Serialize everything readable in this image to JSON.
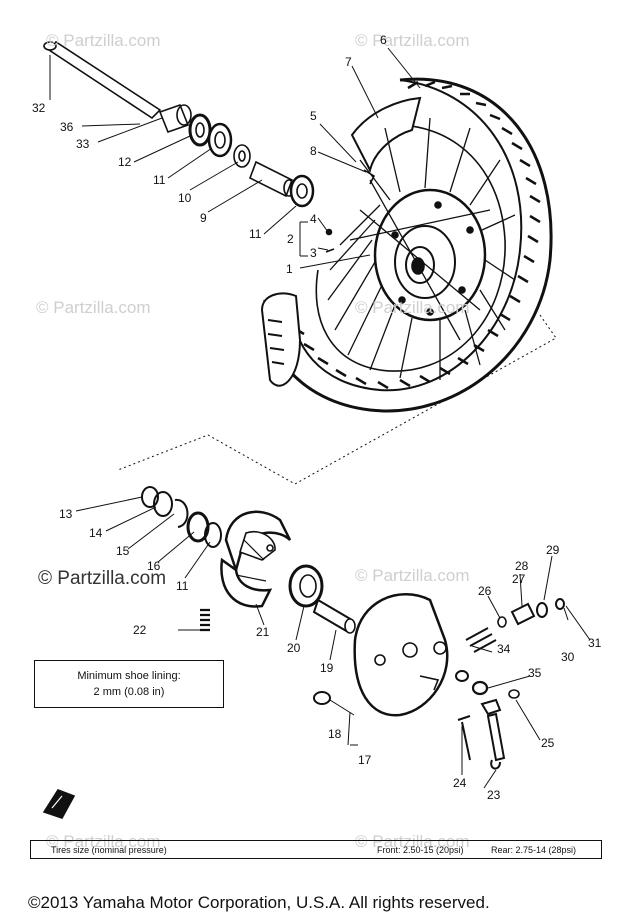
{
  "watermarks": [
    "© Partzilla.com",
    "© Partzilla.com",
    "© Partzilla.com",
    "© Partzilla.com",
    "© Partzilla.com",
    "© Partzilla.com",
    "© Partzilla.com",
    "© Partzilla.com"
  ],
  "callouts": {
    "c1": "1",
    "c2": "2",
    "c3": "3",
    "c4": "4",
    "c5": "5",
    "c6": "6",
    "c7": "7",
    "c8": "8",
    "c9": "9",
    "c10": "10",
    "c11a": "11",
    "c11b": "11",
    "c12": "12",
    "c13": "13",
    "c14": "14",
    "c15": "15",
    "c16": "16",
    "c17": "17",
    "c18": "18",
    "c19": "19",
    "c20": "20",
    "c21": "21",
    "c22": "22",
    "c23": "23",
    "c24": "24",
    "c25": "25",
    "c26": "26",
    "c27": "27",
    "c28": "28",
    "c29": "29",
    "c30": "30",
    "c31": "31",
    "c32": "32",
    "c33": "33",
    "c34": "34",
    "c35": "35",
    "c36": "36"
  },
  "note": {
    "line1": "Minimum shoe lining:",
    "line2": "2 mm (0.08 in)"
  },
  "tire_info": {
    "label": "Tires size (nominal pressure)",
    "front": "Front: 2.50-15 (20psi)",
    "rear": "Rear: 2.75-14 (28psi)"
  },
  "footer": "©2013  Yamaha Motor Corporation, U.S.A. All rights reserved."
}
